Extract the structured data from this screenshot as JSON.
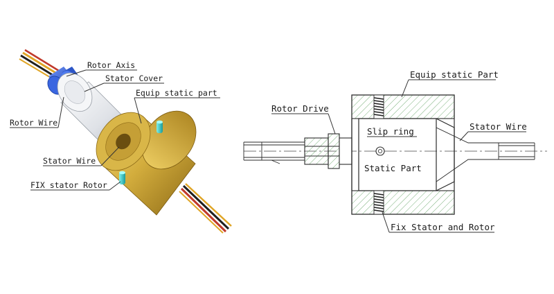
{
  "left_labels": {
    "rotor_axis": "Rotor Axis",
    "stator_cover": "Stator Cover",
    "equip_static_part": "Equip static part",
    "rotor_wire": "Rotor Wire",
    "stator_wire": "Stator Wire",
    "fix_stator_rotor": "FIX stator Rotor"
  },
  "right_labels": {
    "equip_static_part": "Equip static Part",
    "rotor_drive": "Rotor Drive",
    "slip_ring": "Slip ring",
    "static_part": "Static Part",
    "stator_wire": "Stator Wire",
    "fix_stator_rotor": "Fix Stator and Rotor"
  },
  "colors": {
    "blue_shaft": "#2a57c9",
    "silver_cover": "#e4e6ea",
    "gold_body": "#c9a233",
    "teal_pin": "#2bc4c2",
    "hatch": "#79b07a"
  }
}
